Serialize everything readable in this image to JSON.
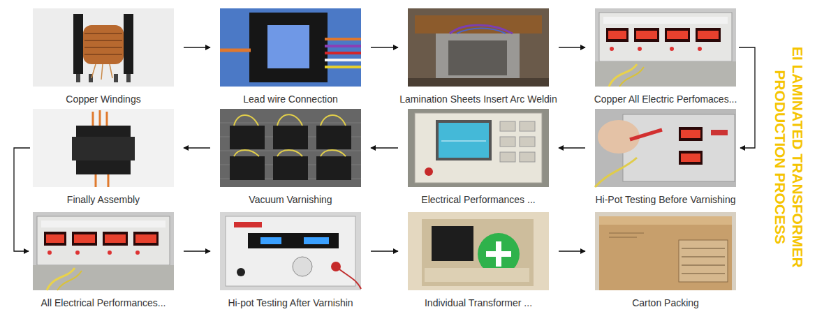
{
  "diagram": {
    "title": "EI LAMINATED TRANSFORMER PRODUCTION PROCESS",
    "nodes": [
      {
        "text": [
          "Copper Windings"
        ]
      },
      {
        "text": [
          "Lead wire Connection"
        ]
      },
      {
        "text": [
          "Lamination Sheets Insert Arc Weldin"
        ]
      },
      {
        "text": [
          "Copper All Electric Perfomaces..."
        ]
      },
      {
        "text": [
          "Hi-Pot Testing Before Varnishing"
        ]
      },
      {
        "text": [
          "Electrical Performances ..."
        ]
      },
      {
        "text": [
          "Vacuum Varnishing"
        ]
      },
      {
        "text": [
          "Finally Assembly"
        ]
      },
      {
        "text": [
          "All Electrical Performances..."
        ]
      },
      {
        "text": [
          "Hi-pot Testing After Varnishin"
        ]
      },
      {
        "text": [
          "Individual Transformer ..."
        ]
      },
      {
        "text": [
          "Carton Packing"
        ]
      }
    ],
    "edges": [
      {
        "from": 0,
        "to": 1,
        "arrow": "to"
      },
      {
        "from": 1,
        "to": 2,
        "arrow": "to"
      },
      {
        "from": 2,
        "to": 3,
        "arrow": "to"
      },
      {
        "from": 3,
        "to": 4,
        "arrow": "to"
      },
      {
        "from": 4,
        "to": 5,
        "arrow": "to"
      },
      {
        "from": 5,
        "to": 6,
        "arrow": "to"
      },
      {
        "from": 6,
        "to": 7,
        "arrow": "to"
      },
      {
        "from": 7,
        "to": 8,
        "arrow": "to"
      },
      {
        "from": 8,
        "to": 9,
        "arrow": "to"
      },
      {
        "from": 9,
        "to": 10,
        "arrow": "to"
      },
      {
        "from": 10,
        "to": 11,
        "arrow": "to"
      }
    ]
  }
}
